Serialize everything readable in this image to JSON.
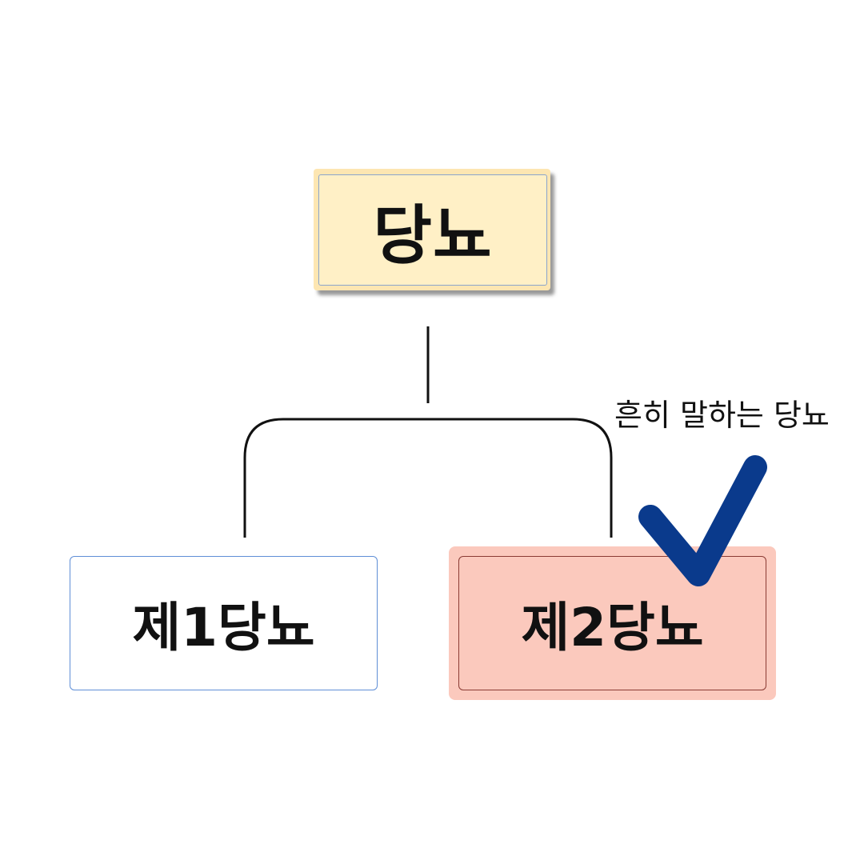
{
  "diagram": {
    "root": {
      "label": "당뇨"
    },
    "children": [
      {
        "label": "제1당뇨"
      },
      {
        "label": "제2당뇨"
      }
    ],
    "annotation": {
      "label": "흔히 말하는 당뇨"
    },
    "check_mark": {
      "icon": "checkmark-icon",
      "color": "#0a3a8c"
    },
    "colors": {
      "root_fill": "#fff0c6",
      "selected_fill": "#fbc9bd",
      "connector": "#111111"
    }
  }
}
